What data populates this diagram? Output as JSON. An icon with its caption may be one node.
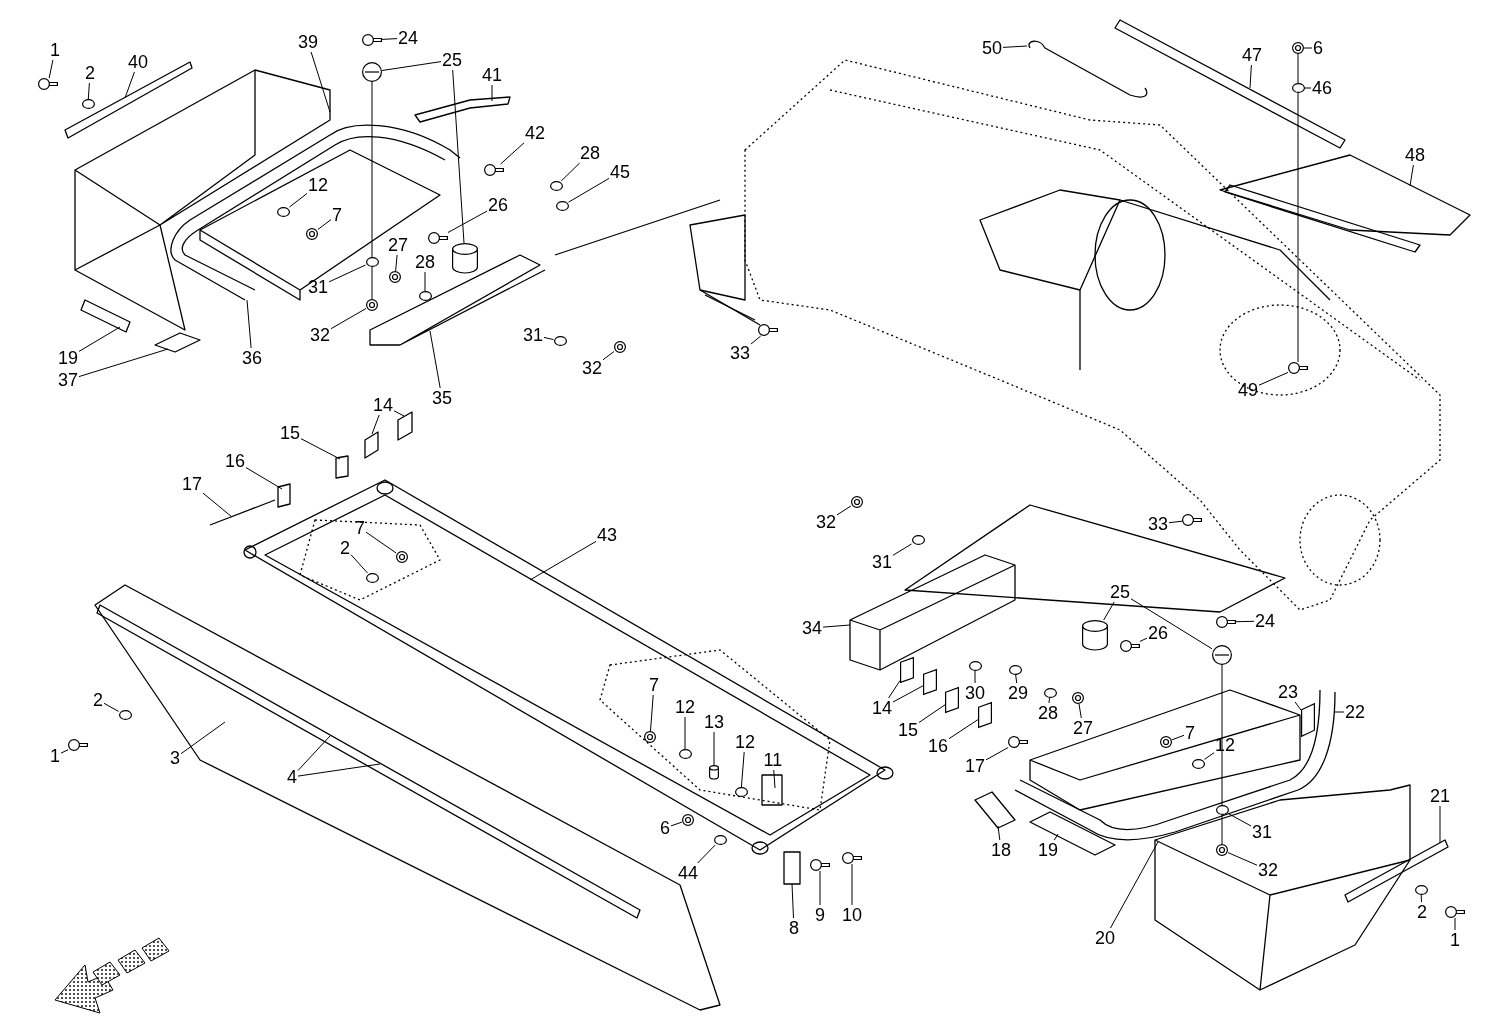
{
  "diagram": {
    "nodes": [
      {
        "text": [
          "1"
        ]
      },
      {
        "text": [
          "2"
        ]
      },
      {
        "text": [
          "40"
        ]
      },
      {
        "text": [
          "39"
        ]
      },
      {
        "text": [
          "24"
        ]
      },
      {
        "text": [
          "25"
        ]
      },
      {
        "text": [
          "41"
        ]
      },
      {
        "text": [
          "42"
        ]
      },
      {
        "text": [
          "28"
        ]
      },
      {
        "text": [
          "45"
        ]
      },
      {
        "text": [
          "12"
        ]
      },
      {
        "text": [
          "7"
        ]
      },
      {
        "text": [
          "26"
        ]
      },
      {
        "text": [
          "27"
        ]
      },
      {
        "text": [
          "28"
        ]
      },
      {
        "text": [
          "31"
        ]
      },
      {
        "text": [
          "32"
        ]
      },
      {
        "text": [
          "19"
        ]
      },
      {
        "text": [
          "37"
        ]
      },
      {
        "text": [
          "36"
        ]
      },
      {
        "text": [
          "35"
        ]
      },
      {
        "text": [
          "31"
        ]
      },
      {
        "text": [
          "32"
        ]
      },
      {
        "text": [
          "33"
        ]
      },
      {
        "text": [
          "50"
        ]
      },
      {
        "text": [
          "47"
        ]
      },
      {
        "text": [
          "6"
        ]
      },
      {
        "text": [
          "46"
        ]
      },
      {
        "text": [
          "48"
        ]
      },
      {
        "text": [
          "49"
        ]
      },
      {
        "text": [
          "14"
        ]
      },
      {
        "text": [
          "15"
        ]
      },
      {
        "text": [
          "16"
        ]
      },
      {
        "text": [
          "17"
        ]
      },
      {
        "text": [
          "7"
        ]
      },
      {
        "text": [
          "2"
        ]
      },
      {
        "text": [
          "43"
        ]
      },
      {
        "text": [
          "32"
        ]
      },
      {
        "text": [
          "31"
        ]
      },
      {
        "text": [
          "34"
        ]
      },
      {
        "text": [
          "33"
        ]
      },
      {
        "text": [
          "25"
        ]
      },
      {
        "text": [
          "24"
        ]
      },
      {
        "text": [
          "26"
        ]
      },
      {
        "text": [
          "30"
        ]
      },
      {
        "text": [
          "29"
        ]
      },
      {
        "text": [
          "28"
        ]
      },
      {
        "text": [
          "27"
        ]
      },
      {
        "text": [
          "14"
        ]
      },
      {
        "text": [
          "15"
        ]
      },
      {
        "text": [
          "16"
        ]
      },
      {
        "text": [
          "17"
        ]
      },
      {
        "text": [
          "23"
        ]
      },
      {
        "text": [
          "22"
        ]
      },
      {
        "text": [
          "7"
        ]
      },
      {
        "text": [
          "12"
        ]
      },
      {
        "text": [
          "31"
        ]
      },
      {
        "text": [
          "32"
        ]
      },
      {
        "text": [
          "21"
        ]
      },
      {
        "text": [
          "2"
        ]
      },
      {
        "text": [
          "1"
        ]
      },
      {
        "text": [
          "18"
        ]
      },
      {
        "text": [
          "19"
        ]
      },
      {
        "text": [
          "20"
        ]
      },
      {
        "text": [
          "7"
        ]
      },
      {
        "text": [
          "12"
        ]
      },
      {
        "text": [
          "13"
        ]
      },
      {
        "text": [
          "12"
        ]
      },
      {
        "text": [
          "11"
        ]
      },
      {
        "text": [
          "6"
        ]
      },
      {
        "text": [
          "44"
        ]
      },
      {
        "text": [
          "8"
        ]
      },
      {
        "text": [
          "9"
        ]
      },
      {
        "text": [
          "10"
        ]
      },
      {
        "text": [
          "1"
        ]
      },
      {
        "text": [
          "2"
        ]
      },
      {
        "text": [
          "3"
        ]
      },
      {
        "text": [
          "4"
        ]
      },
      {
        "text": [],
        "shape": "circle"
      },
      {
        "text": [],
        "shape": "circle"
      },
      {
        "text": [],
        "shape": "circle"
      },
      {
        "text": [],
        "shape": "circle"
      },
      {
        "text": [],
        "shape": "cylinder"
      },
      {
        "text": [],
        "shape": "circle"
      },
      {
        "text": [],
        "shape": "circle"
      },
      {
        "text": [],
        "shape": "circle"
      },
      {
        "text": [],
        "shape": "circle"
      },
      {
        "text": [],
        "shape": "circle"
      },
      {
        "text": [],
        "shape": "circle"
      },
      {
        "text": [],
        "shape": "circle"
      },
      {
        "text": [],
        "shape": "circle"
      },
      {
        "text": [],
        "shape": "circle"
      },
      {
        "text": [],
        "shape": "circle"
      },
      {
        "text": [],
        "shape": "circle"
      },
      {
        "text": [],
        "shape": "circle"
      },
      {
        "text": [],
        "shape": "circle"
      },
      {
        "text": [],
        "shape": "circle"
      },
      {
        "text": [],
        "shape": "circle"
      },
      {
        "text": [],
        "shape": "circle"
      },
      {
        "text": [],
        "shape": "circle"
      },
      {
        "text": [],
        "shape": "circle"
      },
      {
        "text": [],
        "shape": "circle"
      },
      {
        "text": [],
        "shape": "circle"
      },
      {
        "text": [],
        "shape": "circle"
      },
      {
        "text": [],
        "shape": "cylinder"
      },
      {
        "text": [],
        "shape": "circle"
      },
      {
        "text": [],
        "shape": "circle"
      },
      {
        "text": [],
        "shape": "circle"
      },
      {
        "text": [],
        "shape": "circle"
      },
      {
        "text": [],
        "shape": "circle"
      },
      {
        "text": [],
        "shape": "circle"
      },
      {
        "text": [],
        "shape": "circle"
      },
      {
        "text": [],
        "shape": "box"
      },
      {
        "text": [],
        "shape": "box"
      },
      {
        "text": [],
        "shape": "circle"
      },
      {
        "text": [],
        "shape": "circle"
      },
      {
        "text": [],
        "shape": "circle"
      },
      {
        "text": [],
        "shape": "circle"
      },
      {
        "text": [],
        "shape": "circle"
      },
      {
        "text": [],
        "shape": "circle"
      },
      {
        "text": [],
        "shape": "circle"
      },
      {
        "text": [],
        "shape": "circle"
      },
      {
        "text": [],
        "shape": "circle"
      },
      {
        "text": [],
        "shape": "cylinder"
      },
      {
        "text": [],
        "shape": "circle"
      },
      {
        "text": [],
        "shape": "circle"
      },
      {
        "text": [],
        "shape": "circle"
      },
      {
        "text": [],
        "shape": "circle"
      },
      {
        "text": [],
        "shape": "circle"
      },
      {
        "text": [],
        "shape": "circle"
      },
      {
        "text": [],
        "shape": "circle"
      },
      {
        "text": [],
        "shape": "box"
      },
      {
        "text": [],
        "shape": "box"
      },
      {
        "text": [],
        "shape": "box"
      }
    ],
    "edges": [
      {
        "from": 0,
        "to": 78,
        "arrow": "none"
      },
      {
        "from": 1,
        "to": 79,
        "arrow": "none"
      },
      {
        "from": 2,
        "to": null,
        "arrow": "none"
      },
      {
        "from": 3,
        "to": null,
        "arrow": "none"
      },
      {
        "from": 4,
        "to": 80,
        "arrow": "none"
      },
      {
        "from": 5,
        "to": 81,
        "arrow": "none"
      },
      {
        "from": 5,
        "to": 82,
        "arrow": "none"
      },
      {
        "from": 6,
        "to": null,
        "arrow": "none"
      },
      {
        "from": 7,
        "to": 83,
        "arrow": "none"
      },
      {
        "from": 8,
        "to": 84,
        "arrow": "none"
      },
      {
        "from": 9,
        "to": 85,
        "arrow": "none"
      },
      {
        "from": 10,
        "to": 86,
        "arrow": "none"
      },
      {
        "from": 11,
        "to": 87,
        "arrow": "none"
      },
      {
        "from": 12,
        "to": 88,
        "arrow": "none"
      },
      {
        "from": 13,
        "to": 89,
        "arrow": "none"
      },
      {
        "from": 14,
        "to": 90,
        "arrow": "none"
      },
      {
        "from": 15,
        "to": 91,
        "arrow": "none"
      },
      {
        "from": 16,
        "to": 92,
        "arrow": "none"
      },
      {
        "from": 17,
        "to": null,
        "arrow": "none"
      },
      {
        "from": 18,
        "to": null,
        "arrow": "none"
      },
      {
        "from": 19,
        "to": null,
        "arrow": "none"
      },
      {
        "from": 20,
        "to": null,
        "arrow": "none"
      },
      {
        "from": 21,
        "to": 93,
        "arrow": "none"
      },
      {
        "from": 22,
        "to": 94,
        "arrow": "none"
      },
      {
        "from": 23,
        "to": 95,
        "arrow": "none"
      },
      {
        "from": 24,
        "to": null,
        "arrow": "none"
      },
      {
        "from": 25,
        "to": null,
        "arrow": "none"
      },
      {
        "from": 26,
        "to": 96,
        "arrow": "none"
      },
      {
        "from": 27,
        "to": 97,
        "arrow": "none"
      },
      {
        "from": 28,
        "to": null,
        "arrow": "none"
      },
      {
        "from": 29,
        "to": 98,
        "arrow": "none"
      },
      {
        "from": 30,
        "to": null,
        "arrow": "none"
      },
      {
        "from": 30,
        "to": null,
        "arrow": "none"
      },
      {
        "from": 31,
        "to": null,
        "arrow": "none"
      },
      {
        "from": 32,
        "to": null,
        "arrow": "none"
      },
      {
        "from": 33,
        "to": null,
        "arrow": "none"
      },
      {
        "from": 34,
        "to": 99,
        "arrow": "none"
      },
      {
        "from": 35,
        "to": 100,
        "arrow": "none"
      },
      {
        "from": 36,
        "to": null,
        "arrow": "none"
      },
      {
        "from": 37,
        "to": 101,
        "arrow": "none"
      },
      {
        "from": 38,
        "to": 102,
        "arrow": "none"
      },
      {
        "from": 39,
        "to": null,
        "arrow": "none"
      },
      {
        "from": 40,
        "to": 103,
        "arrow": "none"
      },
      {
        "from": 41,
        "to": 104,
        "arrow": "none"
      },
      {
        "from": 41,
        "to": 105,
        "arrow": "none"
      },
      {
        "from": 42,
        "to": 106,
        "arrow": "none"
      },
      {
        "from": 43,
        "to": 107,
        "arrow": "none"
      },
      {
        "from": 44,
        "to": 108,
        "arrow": "none"
      },
      {
        "from": 45,
        "to": 109,
        "arrow": "none"
      },
      {
        "from": 46,
        "to": 110,
        "arrow": "none"
      },
      {
        "from": 47,
        "to": 111,
        "arrow": "none"
      },
      {
        "from": 48,
        "to": 112,
        "arrow": "none"
      },
      {
        "from": 48,
        "to": 113,
        "arrow": "none"
      },
      {
        "from": 49,
        "to": 132,
        "arrow": "none"
      },
      {
        "from": 50,
        "to": 133,
        "arrow": "none"
      },
      {
        "from": 51,
        "to": 114,
        "arrow": "none"
      },
      {
        "from": 52,
        "to": 131,
        "arrow": "none"
      },
      {
        "from": 53,
        "to": null,
        "arrow": "none"
      },
      {
        "from": 54,
        "to": 115,
        "arrow": "none"
      },
      {
        "from": 55,
        "to": 116,
        "arrow": "none"
      },
      {
        "from": 56,
        "to": 117,
        "arrow": "none"
      },
      {
        "from": 57,
        "to": 118,
        "arrow": "none"
      },
      {
        "from": 58,
        "to": null,
        "arrow": "none"
      },
      {
        "from": 59,
        "to": 119,
        "arrow": "none"
      },
      {
        "from": 60,
        "to": 120,
        "arrow": "none"
      },
      {
        "from": 61,
        "to": null,
        "arrow": "none"
      },
      {
        "from": 62,
        "to": null,
        "arrow": "none"
      },
      {
        "from": 63,
        "to": null,
        "arrow": "none"
      },
      {
        "from": 64,
        "to": 121,
        "arrow": "none"
      },
      {
        "from": 65,
        "to": 122,
        "arrow": "none"
      },
      {
        "from": 66,
        "to": 123,
        "arrow": "none"
      },
      {
        "from": 67,
        "to": 124,
        "arrow": "none"
      },
      {
        "from": 68,
        "to": null,
        "arrow": "none"
      },
      {
        "from": 69,
        "to": 125,
        "arrow": "none"
      },
      {
        "from": 70,
        "to": 126,
        "arrow": "none"
      },
      {
        "from": 71,
        "to": null,
        "arrow": "none"
      },
      {
        "from": 72,
        "to": 127,
        "arrow": "none"
      },
      {
        "from": 73,
        "to": 128,
        "arrow": "none"
      },
      {
        "from": 74,
        "to": 129,
        "arrow": "none"
      },
      {
        "from": 75,
        "to": 130,
        "arrow": "none"
      },
      {
        "from": 76,
        "to": null,
        "arrow": "none"
      },
      {
        "from": 77,
        "to": null,
        "arrow": "none"
      },
      {
        "from": 77,
        "to": null,
        "arrow": "none"
      },
      {
        "from": 81,
        "to": 91,
        "arrow": "none"
      },
      {
        "from": 91,
        "to": 92,
        "arrow": "none"
      },
      {
        "from": 105,
        "to": 117,
        "arrow": "none"
      },
      {
        "from": 117,
        "to": 118,
        "arrow": "none"
      },
      {
        "from": 96,
        "to": 97,
        "arrow": "none"
      },
      {
        "from": 97,
        "to": 98,
        "arrow": "none"
      }
    ]
  }
}
